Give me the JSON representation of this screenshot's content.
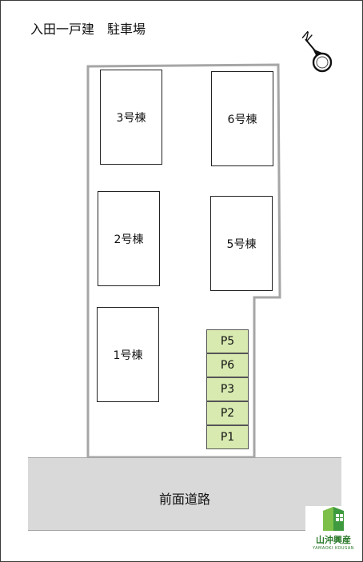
{
  "title": "入田一戸建　駐車場",
  "buildings": {
    "b3": "3号棟",
    "b6": "6号棟",
    "b2": "2号棟",
    "b5": "5号棟",
    "b1": "1号棟"
  },
  "parking": [
    "P5",
    "P6",
    "P3",
    "P2",
    "P1"
  ],
  "road_label": "前面道路",
  "compass": {
    "letter": "N"
  },
  "logo": {
    "name": "山沖興産",
    "romaji": "YAMAOKI KOUSAN"
  },
  "colors": {
    "parking_fill": "#d8eab0",
    "road_fill": "#d9d9d9",
    "lot_outline": "#a6a6a6",
    "logo_green": "#2a7a2a"
  }
}
